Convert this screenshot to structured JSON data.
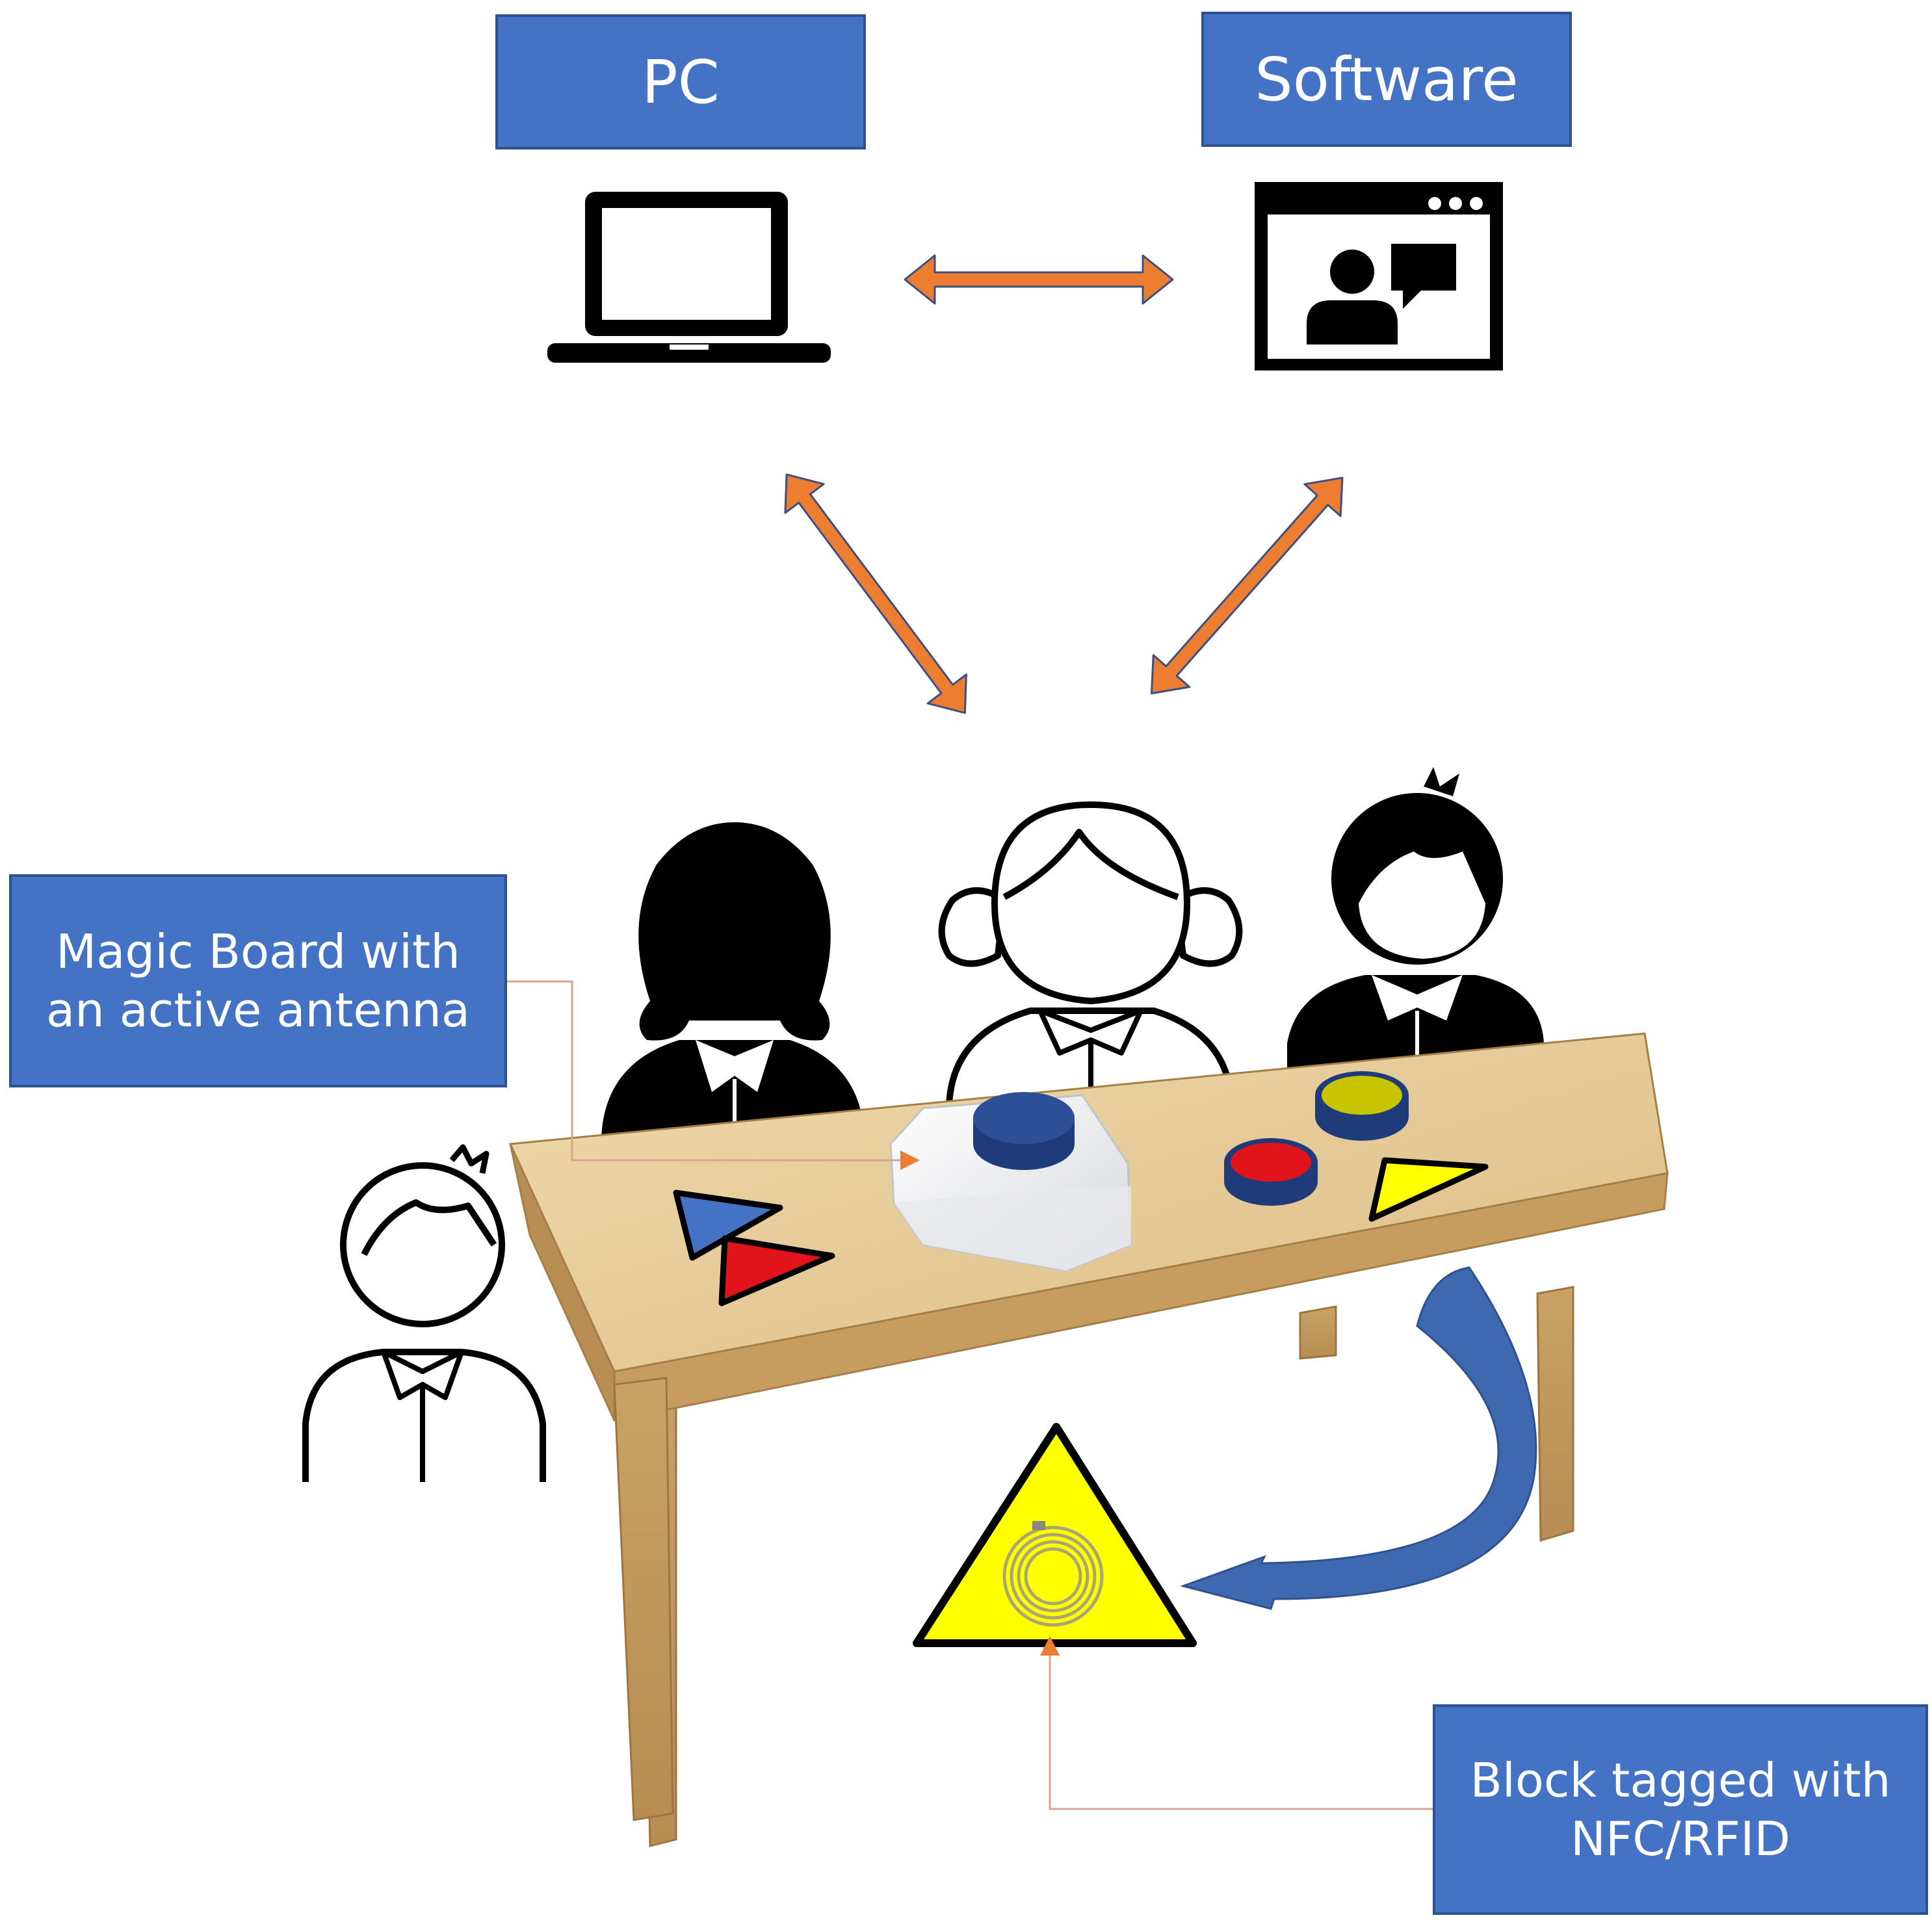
{
  "labels": {
    "pc": "PC",
    "software": "Software",
    "magic_board": "Magic Board with\nan active antenna",
    "block_tagged": "Block tagged with\nNFC/RFID"
  },
  "colors": {
    "label_fill": "#4472c4",
    "label_border": "#2f528f",
    "arrow_orange": "#ed7d31",
    "curved_arrow_blue": "#3e68b0",
    "table_wood": "#e1c48e",
    "block_blue": "#4472c4",
    "block_red": "#e0141a",
    "block_yellow": "#ffff00",
    "token_navy": "#1f3b7a",
    "token_olive": "#c9c400"
  },
  "icons": [
    "laptop-icon",
    "video-call-window-icon",
    "girl-long-hair-icon",
    "girl-pigtails-icon",
    "boy-spiky-hair-icon",
    "boy-outline-icon"
  ]
}
